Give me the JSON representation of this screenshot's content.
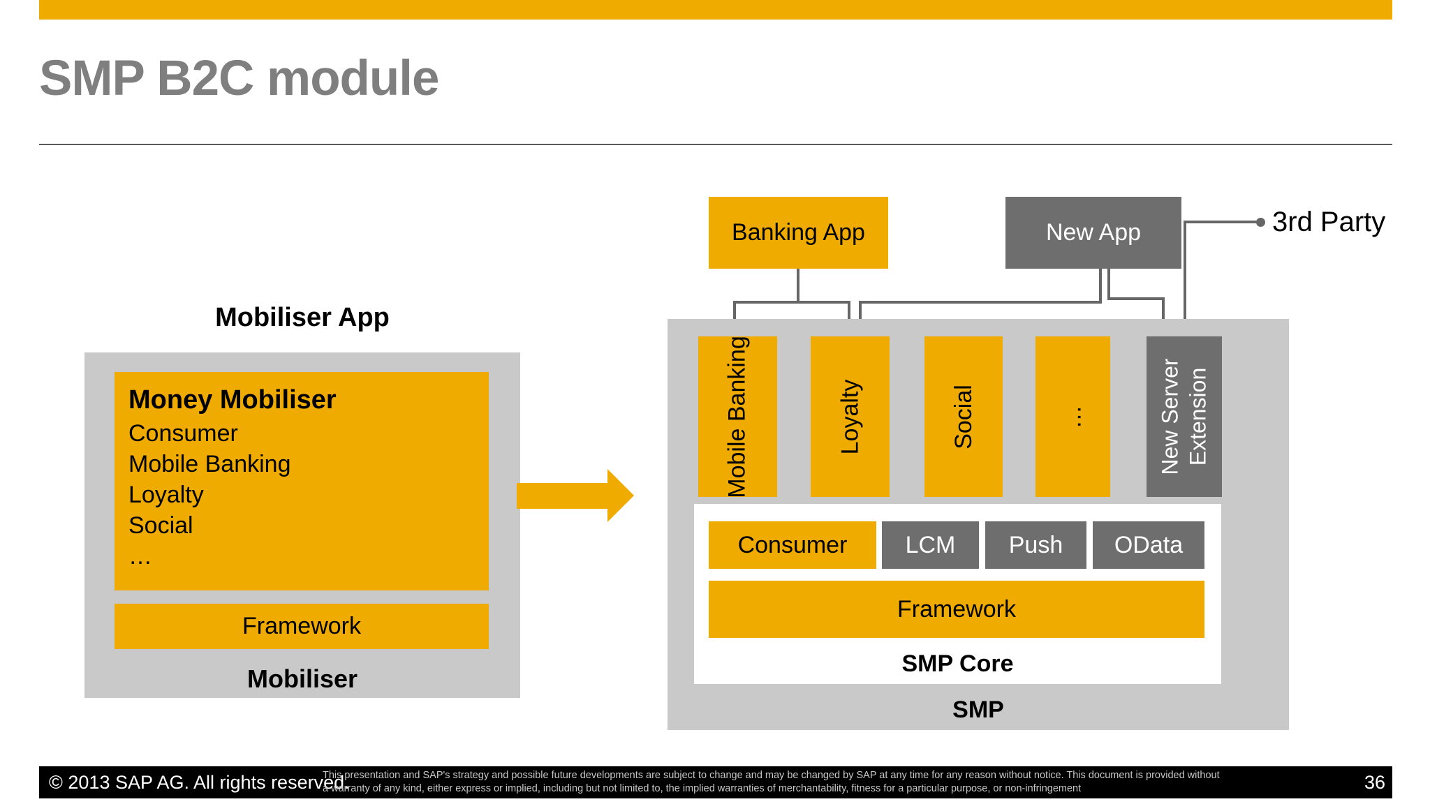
{
  "slide": {
    "title": "SMP B2C module",
    "colors": {
      "gold": "#F0AB00",
      "dark_gray": "#6E6E6E",
      "light_gray": "#C9C9C9",
      "connector": "#666666",
      "title_gray": "#7F7F7F",
      "footer_black": "#000000"
    }
  },
  "left": {
    "header": "Mobiliser App",
    "money_mobiliser": {
      "title": "Money Mobiliser",
      "items": [
        "Consumer",
        "Mobile Banking",
        "Loyalty",
        "Social",
        "…"
      ]
    },
    "framework_label": "Framework",
    "caption": "Mobiliser"
  },
  "right": {
    "banking_app": "Banking App",
    "new_app": "New App",
    "third_party": "3rd Party",
    "columns": [
      "Mobile Banking",
      "Loyalty",
      "Social",
      "…"
    ],
    "new_server_extension": {
      "line1": "New Server",
      "line2": "Extension"
    },
    "smp_core": {
      "consumer": "Consumer",
      "services": [
        "LCM",
        "Push",
        "OData"
      ],
      "framework": "Framework",
      "caption": "SMP Core"
    },
    "smp_caption": "SMP"
  },
  "footer": {
    "copyright": "© 2013 SAP AG. All rights reserved.",
    "disclaimer_line1": "This presentation and SAP's strategy and possible future developments are subject to change and may be changed by SAP at any time for any reason without notice. This document is provided without",
    "disclaimer_line2": "a warranty of any kind, either express or implied, including but not limited to, the implied warranties of merchantability, fitness for a particular purpose, or non-infringement",
    "page_number": "36"
  }
}
